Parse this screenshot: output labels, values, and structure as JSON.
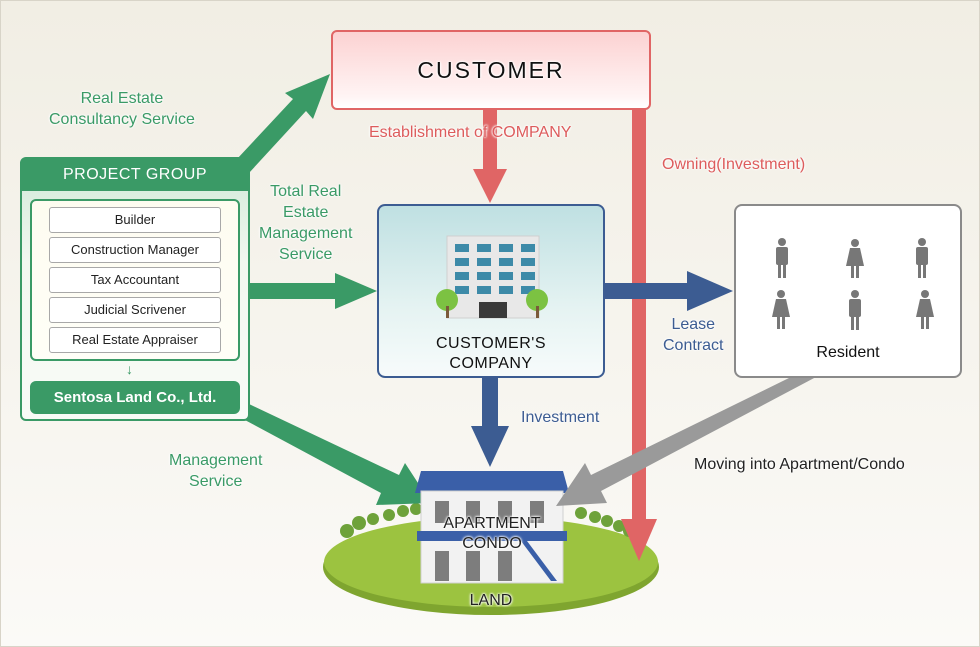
{
  "colors": {
    "green": "#3a9a66",
    "red": "#e06565",
    "blue": "#3c5c92",
    "gray": "#9a9a9a",
    "land": "#8fb83a"
  },
  "customer": {
    "label": "CUSTOMER"
  },
  "project_group": {
    "title": "PROJECT GROUP",
    "members": [
      "Builder",
      "Construction Manager",
      "Tax Accountant",
      "Judicial Scrivener",
      "Real Estate Appraiser"
    ],
    "company": "Sentosa Land Co., Ltd."
  },
  "customers_company": {
    "line1": "CUSTOMER'S",
    "line2": "COMPANY"
  },
  "resident": {
    "label": "Resident",
    "people": [
      "male",
      "female",
      "male",
      "female",
      "male",
      "female"
    ]
  },
  "apartment": {
    "line1": "APARTMENT",
    "line2": "CONDO",
    "land": "LAND"
  },
  "flows": {
    "consultancy": {
      "line1": "Real Estate",
      "line2": "Consultancy Service"
    },
    "establishment": "Establishment of COMPANY",
    "owning": "Owning(Investment)",
    "total_management": {
      "line1": "Total Real",
      "line2": "Estate",
      "line3": "Management",
      "line4": "Service"
    },
    "lease": {
      "line1": "Lease",
      "line2": "Contract"
    },
    "investment": "Investment",
    "management": {
      "line1": "Management",
      "line2": "Service"
    },
    "moving": "Moving into Apartment/Condo"
  }
}
